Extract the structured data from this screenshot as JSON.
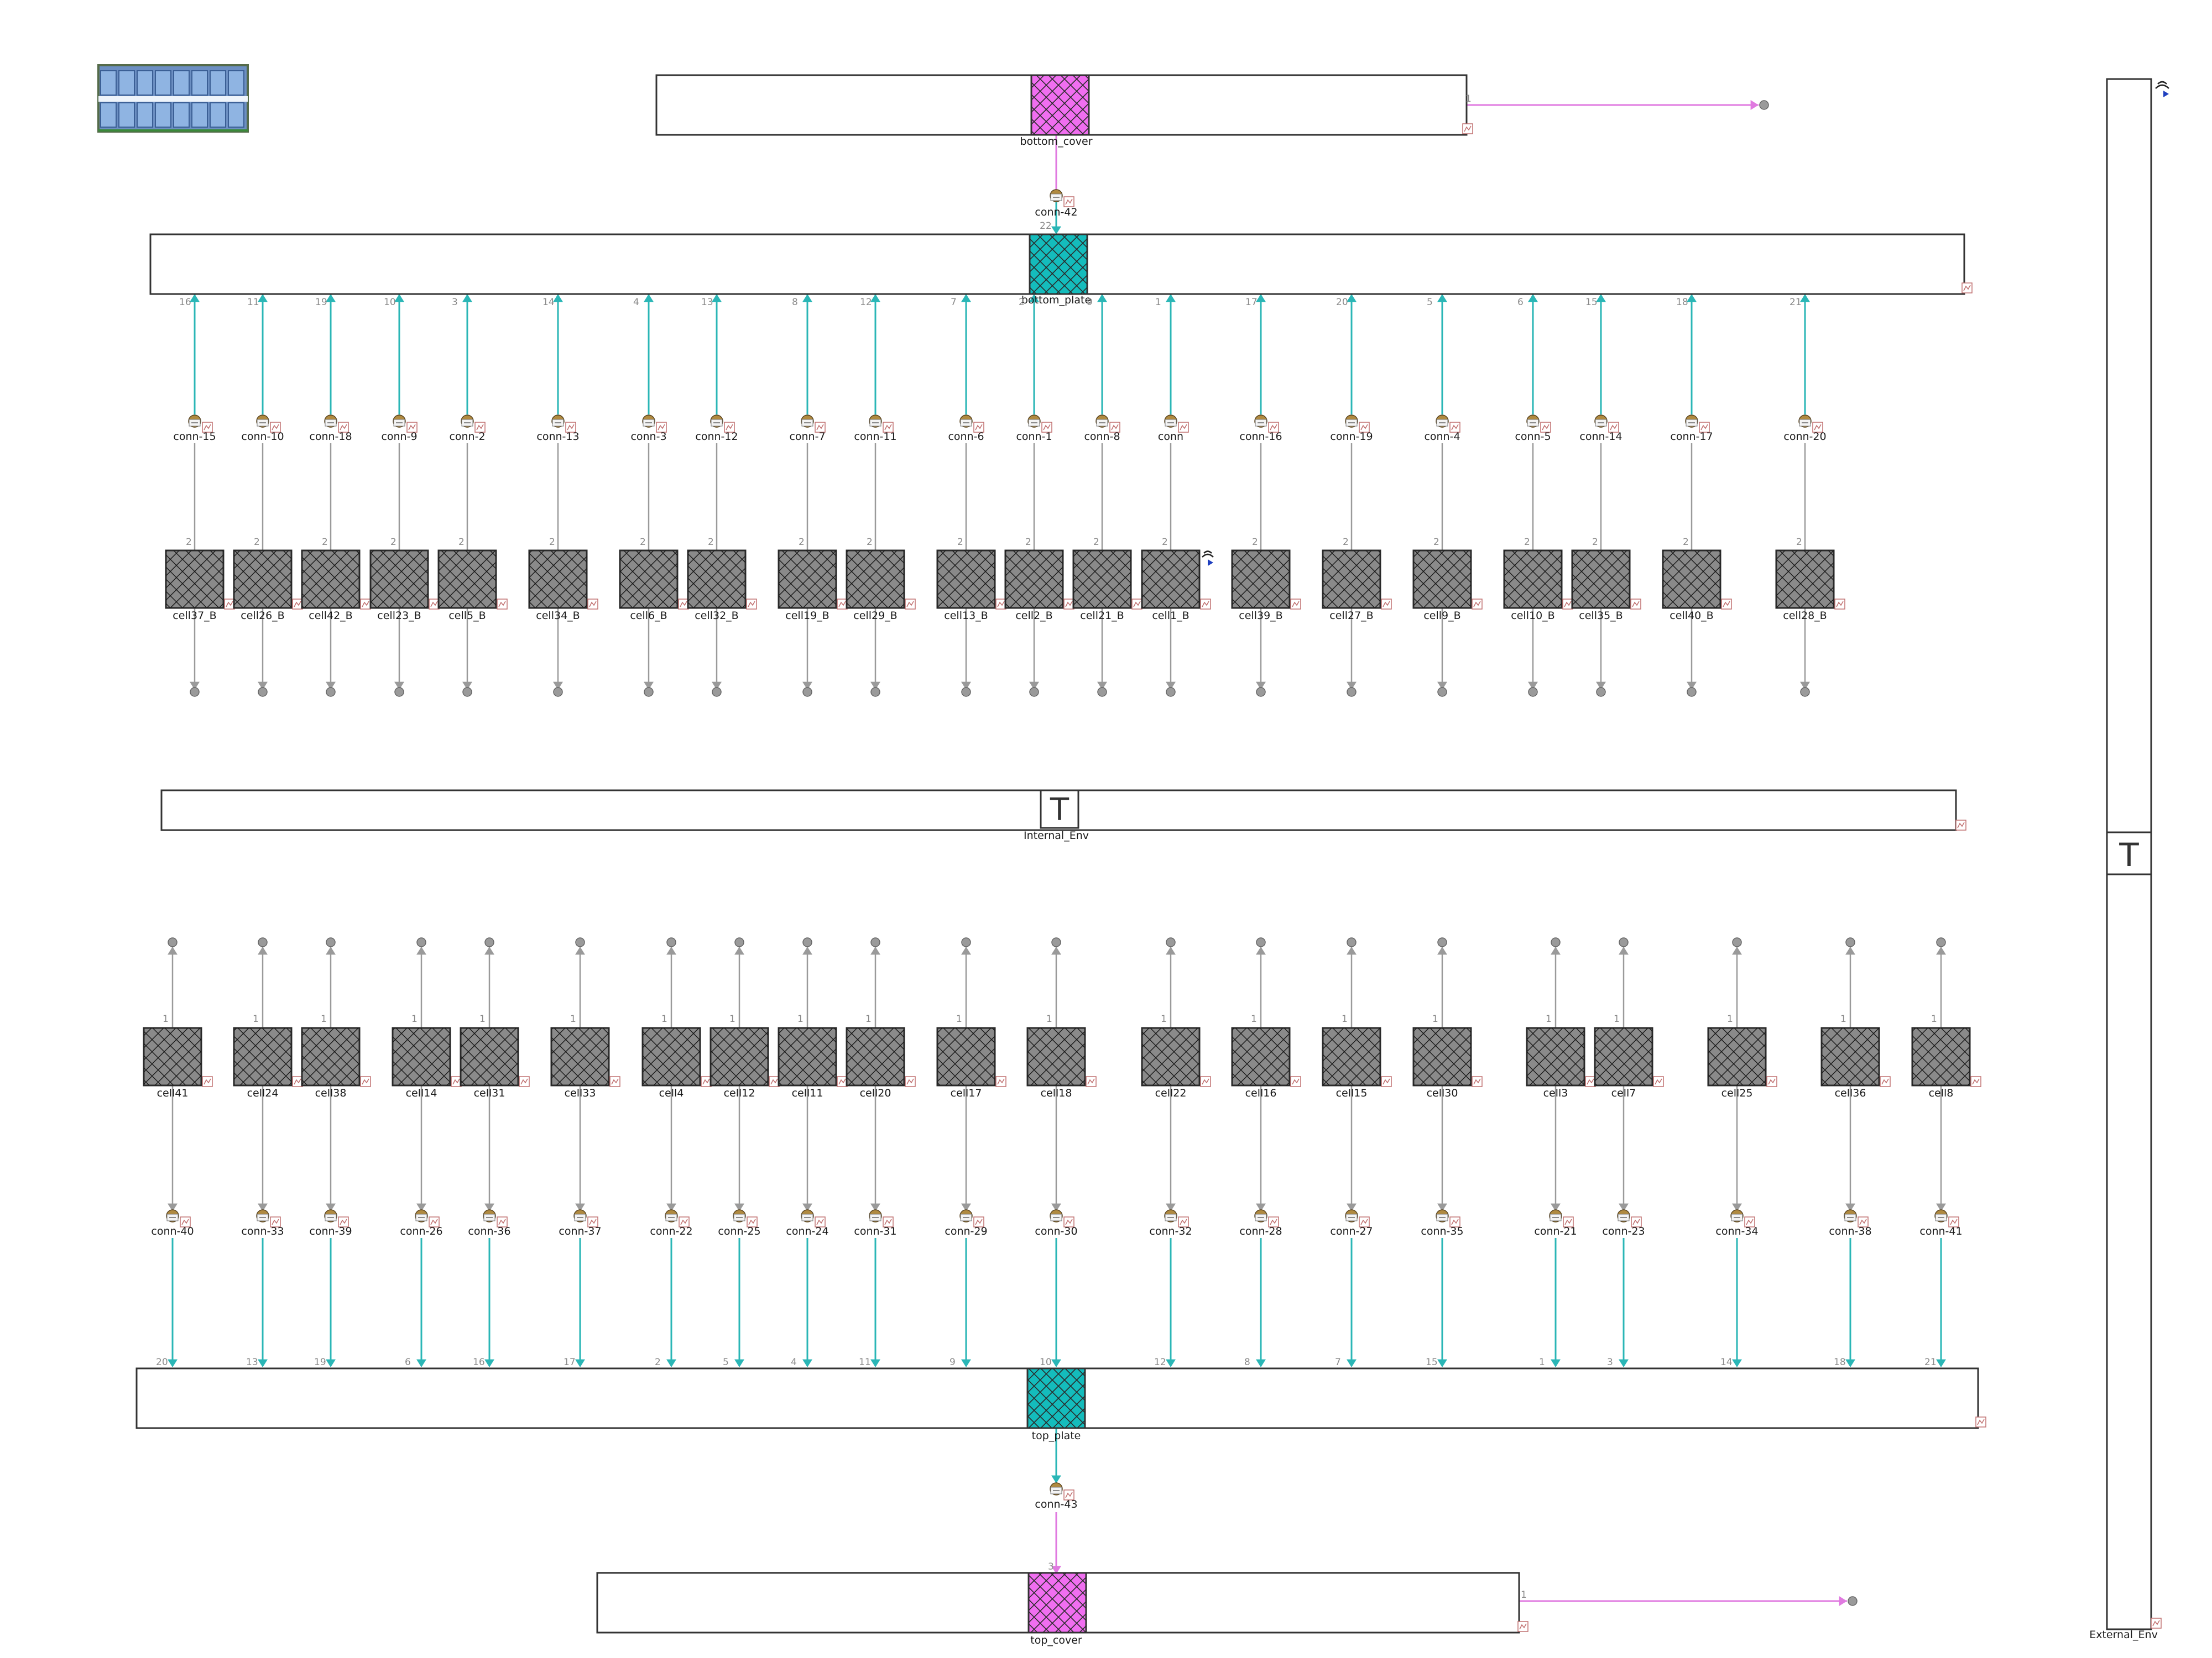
{
  "colors": {
    "cover_fill": "#f06ef0",
    "plate_fill": "#14bcbc",
    "cell_fill": "#8a8a8a",
    "thermal_link": "#2ab6b6",
    "cover_link": "#e07ae0",
    "gray_link": "#9a9a9a"
  },
  "external_env": {
    "label": "External_Env",
    "symbol": "T"
  },
  "internal_env": {
    "label": "Internal_Env",
    "symbol": "T"
  },
  "bottom_cover": {
    "label": "bottom_cover",
    "port_out": "1"
  },
  "top_cover": {
    "label": "top_cover",
    "port_out": "1",
    "port_in": "3"
  },
  "bottom_plate": {
    "label": "bottom_plate",
    "port_center": "22"
  },
  "top_plate": {
    "label": "top_plate",
    "port_center": "10"
  },
  "conn_bottom_cover": {
    "label": "conn-42"
  },
  "conn_top_cover": {
    "label": "conn-43"
  },
  "upper_row": [
    {
      "conn": "conn-15",
      "cell": "cell37_B",
      "plate_port": "16"
    },
    {
      "conn": "conn-10",
      "cell": "cell26_B",
      "plate_port": "11"
    },
    {
      "conn": "conn-18",
      "cell": "cell42_B",
      "plate_port": "19"
    },
    {
      "conn": "conn-9",
      "cell": "cell23_B",
      "plate_port": "10"
    },
    {
      "conn": "conn-2",
      "cell": "cell5_B",
      "plate_port": "3"
    },
    {
      "conn": "conn-13",
      "cell": "cell34_B",
      "plate_port": "14"
    },
    {
      "conn": "conn-3",
      "cell": "cell6_B",
      "plate_port": "4"
    },
    {
      "conn": "conn-12",
      "cell": "cell32_B",
      "plate_port": "13"
    },
    {
      "conn": "conn-7",
      "cell": "cell19_B",
      "plate_port": "8"
    },
    {
      "conn": "conn-11",
      "cell": "cell29_B",
      "plate_port": "12"
    },
    {
      "conn": "conn-6",
      "cell": "cell13_B",
      "plate_port": "7"
    },
    {
      "conn": "conn-1",
      "cell": "cell2_B",
      "plate_port": "2"
    },
    {
      "conn": "conn-8",
      "cell": "cell21_B",
      "plate_port": "9"
    },
    {
      "conn": "conn",
      "cell": "cell1_B",
      "plate_port": "1"
    },
    {
      "conn": "conn-16",
      "cell": "cell39_B",
      "plate_port": "17"
    },
    {
      "conn": "conn-19",
      "cell": "cell27_B",
      "plate_port": "20"
    },
    {
      "conn": "conn-4",
      "cell": "cell9_B",
      "plate_port": "5"
    },
    {
      "conn": "conn-5",
      "cell": "cell10_B",
      "plate_port": "6"
    },
    {
      "conn": "conn-14",
      "cell": "cell35_B",
      "plate_port": "15"
    },
    {
      "conn": "conn-17",
      "cell": "cell40_B",
      "plate_port": "18"
    },
    {
      "conn": "conn-20",
      "cell": "cell28_B",
      "plate_port": "21"
    }
  ],
  "lower_row": [
    {
      "cell": "cell41",
      "conn": "conn-40",
      "plate_port": "20"
    },
    {
      "cell": "cell24",
      "conn": "conn-33",
      "plate_port": "13"
    },
    {
      "cell": "cell38",
      "conn": "conn-39",
      "plate_port": "19"
    },
    {
      "cell": "cell14",
      "conn": "conn-26",
      "plate_port": "6"
    },
    {
      "cell": "cell31",
      "conn": "conn-36",
      "plate_port": "16"
    },
    {
      "cell": "cell33",
      "conn": "conn-37",
      "plate_port": "17"
    },
    {
      "cell": "cell4",
      "conn": "conn-22",
      "plate_port": "2"
    },
    {
      "cell": "cell12",
      "conn": "conn-25",
      "plate_port": "5"
    },
    {
      "cell": "cell11",
      "conn": "conn-24",
      "plate_port": "4"
    },
    {
      "cell": "cell20",
      "conn": "conn-31",
      "plate_port": "11"
    },
    {
      "cell": "cell17",
      "conn": "conn-29",
      "plate_port": "9"
    },
    {
      "cell": "cell18",
      "conn": "conn-30",
      "plate_port": ""
    },
    {
      "cell": "cell22",
      "conn": "conn-32",
      "plate_port": "12"
    },
    {
      "cell": "cell16",
      "conn": "conn-28",
      "plate_port": "8"
    },
    {
      "cell": "cell15",
      "conn": "conn-27",
      "plate_port": "7"
    },
    {
      "cell": "cell30",
      "conn": "conn-35",
      "plate_port": "15"
    },
    {
      "cell": "cell3",
      "conn": "conn-21",
      "plate_port": "1"
    },
    {
      "cell": "cell7",
      "conn": "conn-23",
      "plate_port": "3"
    },
    {
      "cell": "cell25",
      "conn": "conn-34",
      "plate_port": "14"
    },
    {
      "cell": "cell36",
      "conn": "conn-38",
      "plate_port": "18"
    },
    {
      "cell": "cell8",
      "conn": "conn-41",
      "plate_port": "21"
    }
  ],
  "port_labels": {
    "one": "1",
    "two": "2"
  }
}
